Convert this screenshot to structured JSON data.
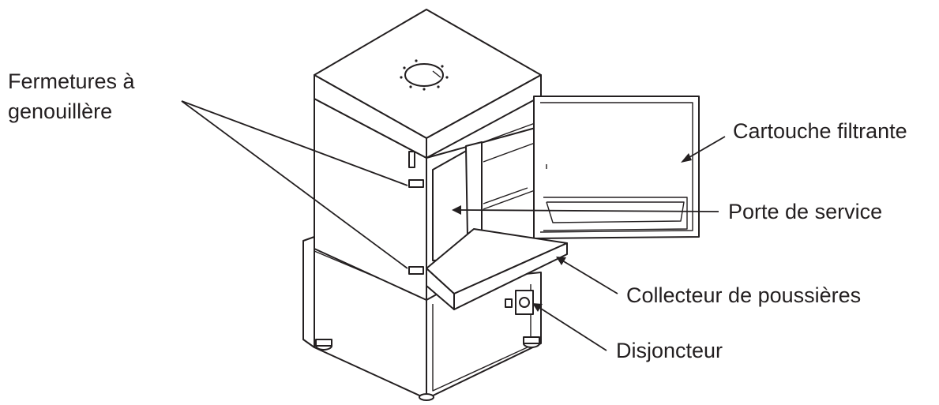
{
  "labels": {
    "toggle_latches_line1": "Fermetures à",
    "toggle_latches_line2": "genouillère",
    "filter_cartridge": "Cartouche filtrante",
    "service_door": "Porte de service",
    "dust_collector": "Collecteur de poussières",
    "circuit_breaker": "Disjoncteur"
  },
  "colors": {
    "ink": "#231f20",
    "background": "#ffffff"
  }
}
